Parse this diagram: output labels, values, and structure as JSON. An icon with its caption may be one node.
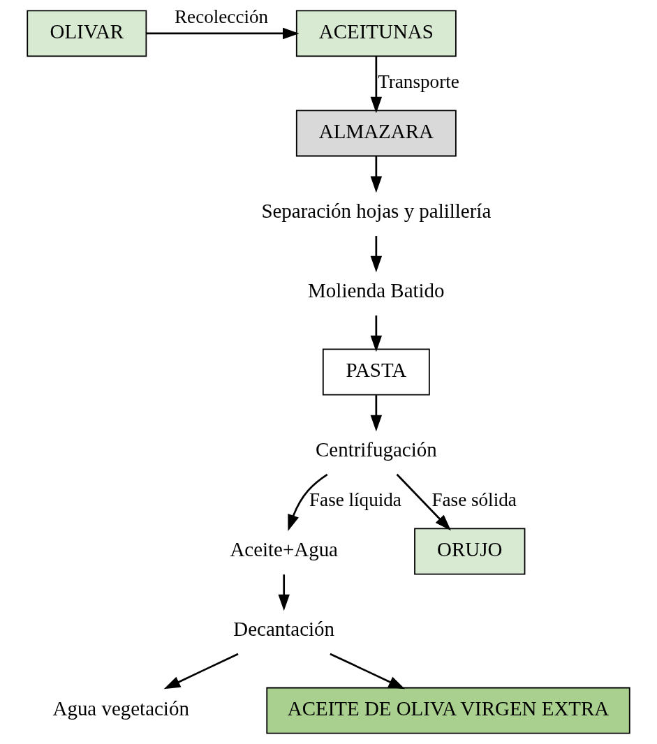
{
  "diagram": {
    "nodes": [
      {
        "text": [
          "OLIVAR"
        ]
      },
      {
        "text": [
          "ACEITUNAS"
        ]
      },
      {
        "text": [
          "ALMAZARA"
        ]
      },
      {
        "text": [
          "Separación hojas y palillería"
        ]
      },
      {
        "text": [
          "Molienda Batido"
        ]
      },
      {
        "text": [
          "PASTA"
        ]
      },
      {
        "text": [
          "Centrifugación"
        ]
      },
      {
        "text": [
          "Aceite+Agua"
        ]
      },
      {
        "text": [
          "ORUJO"
        ]
      },
      {
        "text": [
          "Decantación"
        ]
      },
      {
        "text": [
          "Agua vegetación"
        ]
      },
      {
        "text": [
          "ACEITE DE OLIVA VIRGEN EXTRA"
        ]
      }
    ],
    "edges": [
      {
        "from": 0,
        "to": 1,
        "arrow": "to",
        "label": "Recolección"
      },
      {
        "from": 1,
        "to": 2,
        "arrow": "to",
        "label": "Transporte"
      },
      {
        "from": 2,
        "to": 3,
        "arrow": "to"
      },
      {
        "from": 3,
        "to": 4,
        "arrow": "to"
      },
      {
        "from": 4,
        "to": 5,
        "arrow": "to"
      },
      {
        "from": 5,
        "to": 6,
        "arrow": "to"
      },
      {
        "from": 6,
        "to": 7,
        "arrow": "to",
        "label": "Fase líquida"
      },
      {
        "from": 6,
        "to": 8,
        "arrow": "to",
        "label": "Fase sólida"
      },
      {
        "from": 7,
        "to": 9,
        "arrow": "to"
      },
      {
        "from": 9,
        "to": 10,
        "arrow": "to"
      },
      {
        "from": 9,
        "to": 11,
        "arrow": "to"
      }
    ]
  }
}
